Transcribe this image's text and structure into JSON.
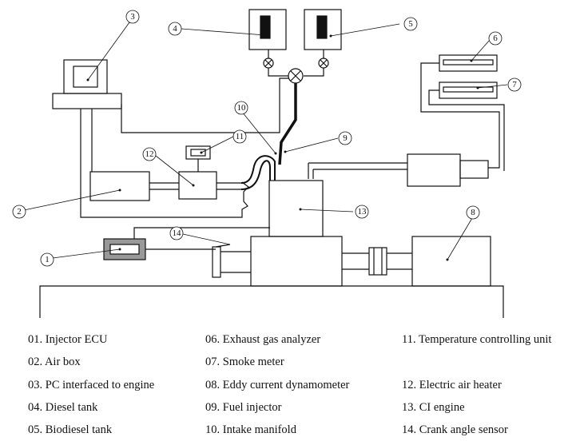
{
  "diagram": {
    "callouts": [
      "1",
      "2",
      "3",
      "4",
      "5",
      "6",
      "7",
      "8",
      "9",
      "10",
      "11",
      "12",
      "13",
      "14"
    ]
  },
  "legend": {
    "col1": [
      "01. Injector ECU",
      "02. Air box",
      "03. PC interfaced to engine",
      "04. Diesel tank",
      "05. Biodiesel tank"
    ],
    "col2": [
      "06. Exhaust gas analyzer",
      "07. Smoke meter",
      "08. Eddy current dynamometer",
      "09. Fuel injector",
      "10. Intake manifold"
    ],
    "col3": [
      "11.  Temperature  controlling unit",
      "12. Electric air heater",
      "13. CI engine",
      "14. Crank angle sensor"
    ]
  }
}
